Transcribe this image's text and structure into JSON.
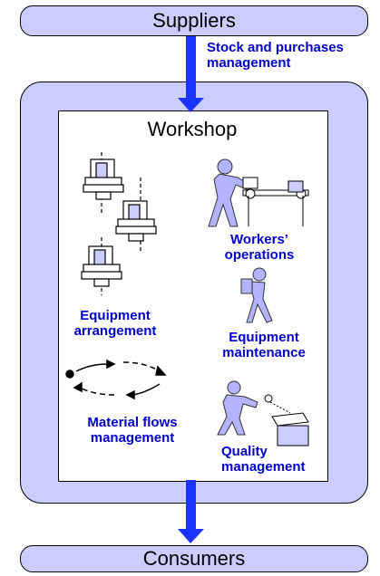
{
  "suppliers_label": "Suppliers",
  "consumers_label": "Consumers",
  "stock_label_line1": "Stock and purchases",
  "stock_label_line2": "management",
  "workshop_title": "Workshop",
  "equipment_arrangement": [
    "Equipment",
    "arrangement"
  ],
  "workers_operations": [
    "Workers’",
    "operations"
  ],
  "equipment_maintenance": [
    "Equipment",
    "maintenance"
  ],
  "material_flows": [
    "Material flows",
    "management"
  ],
  "quality_management": [
    "Quality",
    "management"
  ],
  "colors": {
    "frame_fill": "#ccccff",
    "label_blue": "#0000cc",
    "arrow_blue": "#1a33ff",
    "figure_fill": "#b3b3ff"
  }
}
